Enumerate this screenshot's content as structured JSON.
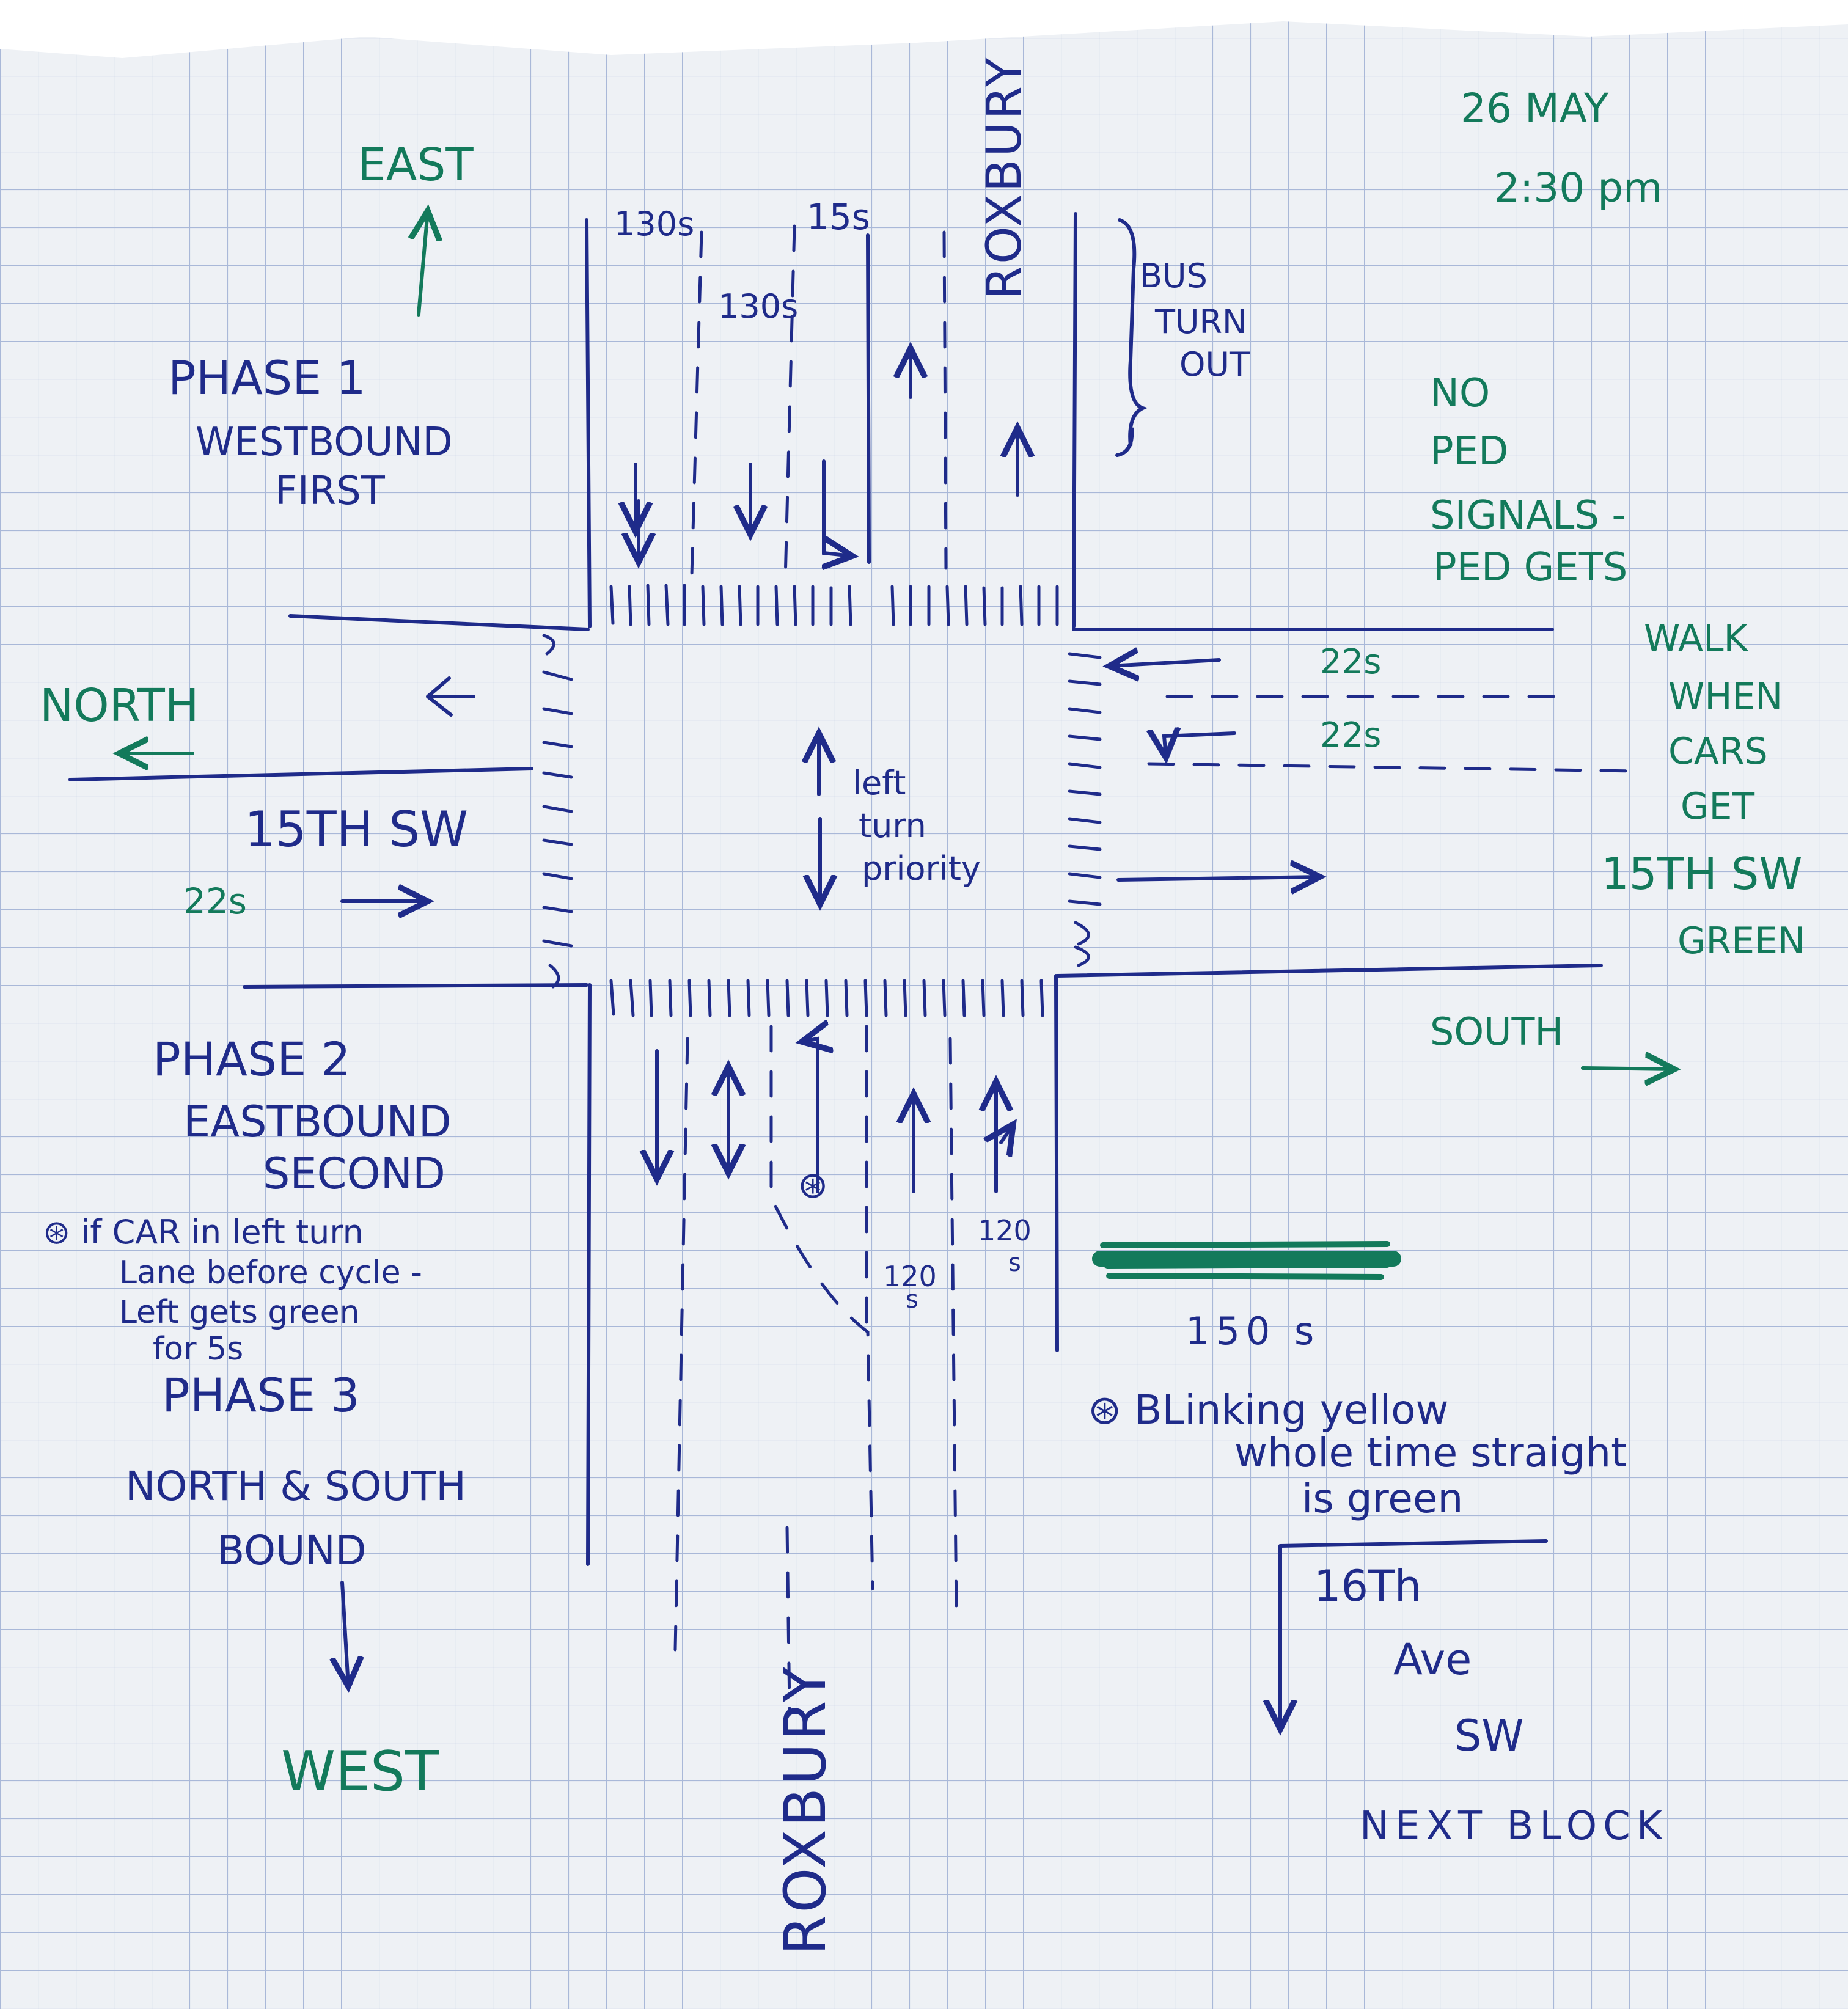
{
  "colors": {
    "paper": "#eef1f5",
    "grid": "#a9b8d8",
    "blue_ink": "#1f2b8a",
    "green_ink": "#137a5b"
  },
  "header": {
    "date": "26 MAY",
    "time": "2:30 pm"
  },
  "compass": {
    "east": "EAST",
    "north": "NORTH",
    "south": "SOUTH",
    "west": "WEST"
  },
  "streets": {
    "roxbury_top": "ROXBURY",
    "roxbury_bottom": "ROXBURY",
    "fifteenth_left": "15TH SW",
    "fifteenth_right": "15TH SW"
  },
  "phases": {
    "phase1_title": "PHASE 1",
    "phase1_line1": "WESTBOUND",
    "phase1_line2": "FIRST",
    "phase2_title": "PHASE 2",
    "phase2_line1": "EASTBOUND",
    "phase2_line2": "SECOND",
    "phase3_title": "PHASE 3",
    "phase3_line1": "NORTH & SOUTH",
    "phase3_line2": "BOUND"
  },
  "notes": {
    "left_turn_line1": "⊛ if CAR in left turn",
    "left_turn_line2": "Lane before cycle -",
    "left_turn_line3": "Left gets green",
    "left_turn_line4": "for 5s",
    "ped_line1": "NO",
    "ped_line2": "PED",
    "ped_line3": "SIGNALS -",
    "ped_line4": "PED GETS",
    "ped_line5": "WALK",
    "ped_line6": "WHEN",
    "ped_line7": "CARS",
    "ped_line8": "GET",
    "ped_line9": "15TH SW",
    "ped_line10": "GREEN",
    "bus_line1": "BUS",
    "bus_line2": "TURN",
    "bus_line3": "OUT",
    "left_priority_line1": "left",
    "left_priority_line2": "turn",
    "left_priority_line3": "priority",
    "blink_line1": "⊛ BLinking yellow",
    "blink_line2": "whole time straight",
    "blink_line3": "is green",
    "next_line1": "16Th",
    "next_line2": "Ave",
    "next_line3": "SW",
    "next_line4": "NEXT BLOCK"
  },
  "timings": {
    "t130_a": "130s",
    "t130_b": "130s",
    "t15": "15s",
    "t22_left": "22s",
    "t22_right_a": "22s",
    "t22_right_b": "22s",
    "t120_a_num": "120",
    "t120_a_unit": "s",
    "t120_b_num": "120",
    "t120_b_unit": "s",
    "t150": "150 s"
  }
}
